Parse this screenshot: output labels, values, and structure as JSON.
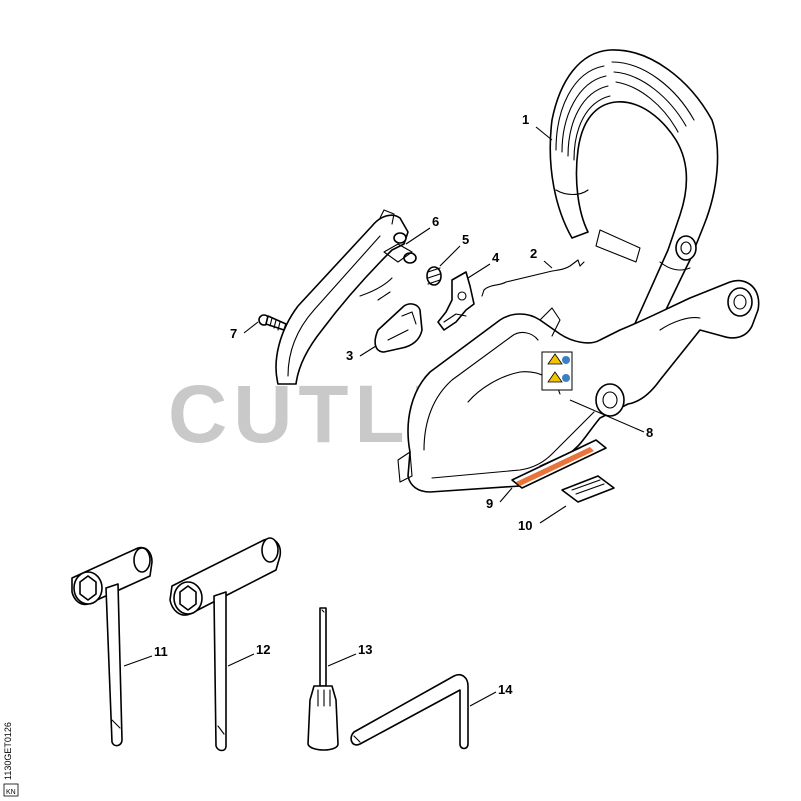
{
  "watermark": "CUTLER",
  "drawing_code": "1130GET0126",
  "drawing_code_small": "KN",
  "callouts": [
    {
      "id": "1",
      "label": "1"
    },
    {
      "id": "2",
      "label": "2"
    },
    {
      "id": "3",
      "label": "3"
    },
    {
      "id": "4",
      "label": "4"
    },
    {
      "id": "5",
      "label": "5"
    },
    {
      "id": "6",
      "label": "6"
    },
    {
      "id": "7",
      "label": "7"
    },
    {
      "id": "8",
      "label": "8"
    },
    {
      "id": "9",
      "label": "9"
    },
    {
      "id": "10",
      "label": "10"
    },
    {
      "id": "11",
      "label": "11"
    },
    {
      "id": "12",
      "label": "12"
    },
    {
      "id": "13",
      "label": "13"
    },
    {
      "id": "14",
      "label": "14"
    }
  ],
  "colors": {
    "line": "#000000",
    "watermark": "#c9c9c9",
    "decal_orange": "#e8743b",
    "warning_yellow": "#f2c400",
    "info_blue": "#3b7fc4"
  }
}
